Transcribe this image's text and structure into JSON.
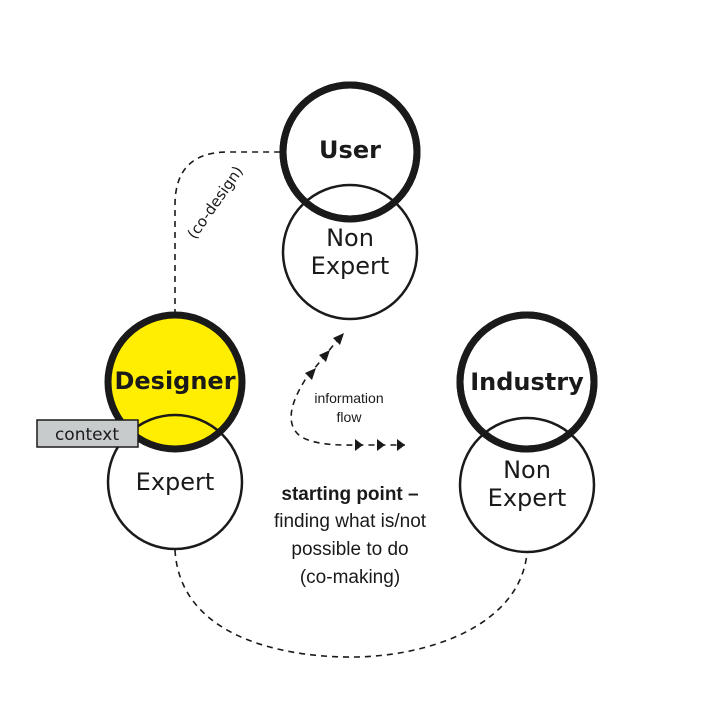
{
  "colors": {
    "designer_fill": "#FFEE00",
    "context_fill": "#C8CBCC",
    "stroke": "#1A1A1A"
  },
  "nodes": {
    "user": {
      "label": "User",
      "sub_line1": "Non",
      "sub_line2": "Expert"
    },
    "designer": {
      "label": "Designer",
      "sub": "Expert",
      "tag": "context"
    },
    "industry": {
      "label": "Industry",
      "sub_line1": "Non",
      "sub_line2": "Expert"
    }
  },
  "connections": {
    "codesign_label": "(co-design)",
    "information_flow_line1": "information",
    "information_flow_line2": "flow"
  },
  "starting_point": {
    "line1": "starting point –",
    "line2": "finding what is/not",
    "line3": "possible to do",
    "line4": "(co-making)"
  }
}
